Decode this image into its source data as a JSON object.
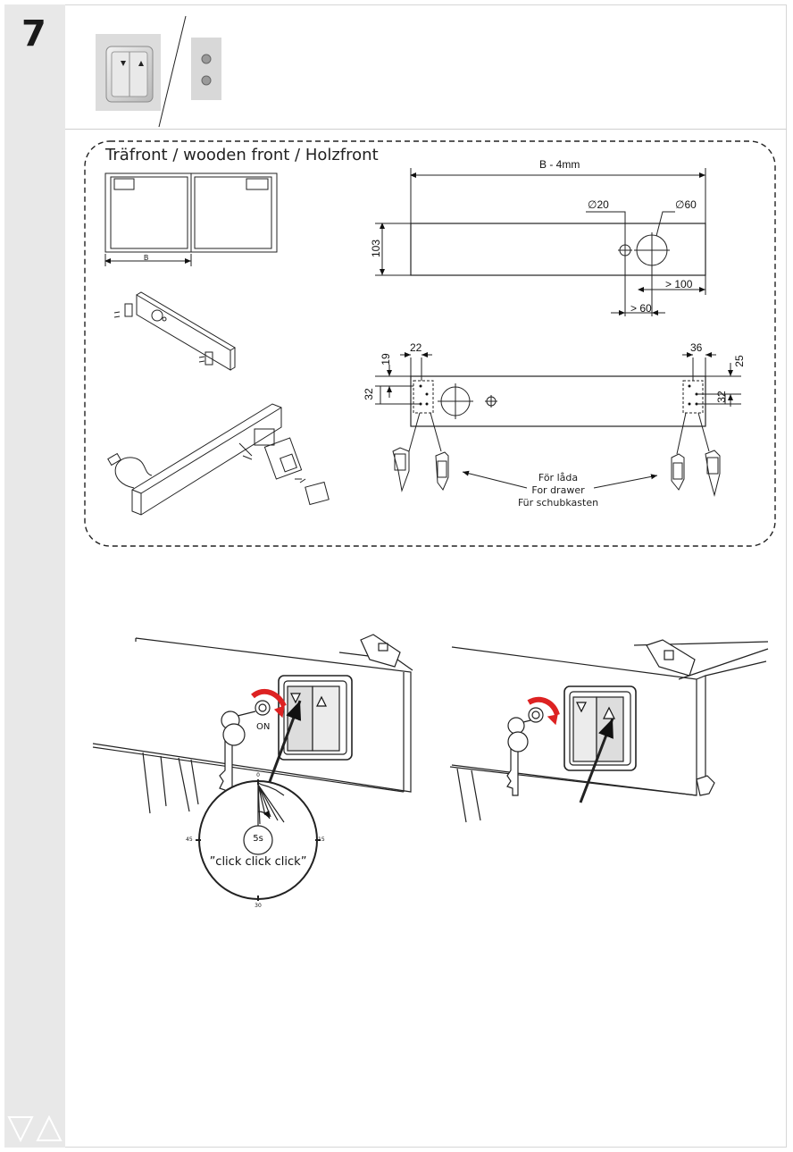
{
  "step": {
    "number": "7"
  },
  "section": {
    "title": "Träfront / wooden front / Holzfront"
  },
  "dimensions": {
    "width_label": "B - 4mm",
    "height": "103",
    "hole_small": "20",
    "hole_large": "60",
    "gap_100": "> 100",
    "gap_60": "> 60",
    "cabinet_width": "B",
    "d22": "22",
    "d19": "19",
    "d32_left": "32",
    "d36": "36",
    "d25": "25",
    "d32_right": "32"
  },
  "drawer_label": {
    "sv": "För låda",
    "en": "For drawer",
    "de": "Für schubkasten"
  },
  "switch": {
    "on_label": "ON"
  },
  "timer": {
    "seconds": "5s",
    "sound": "”click click click”",
    "tick_0": "0",
    "tick_15": "15",
    "tick_30": "30",
    "tick_45": "45"
  }
}
